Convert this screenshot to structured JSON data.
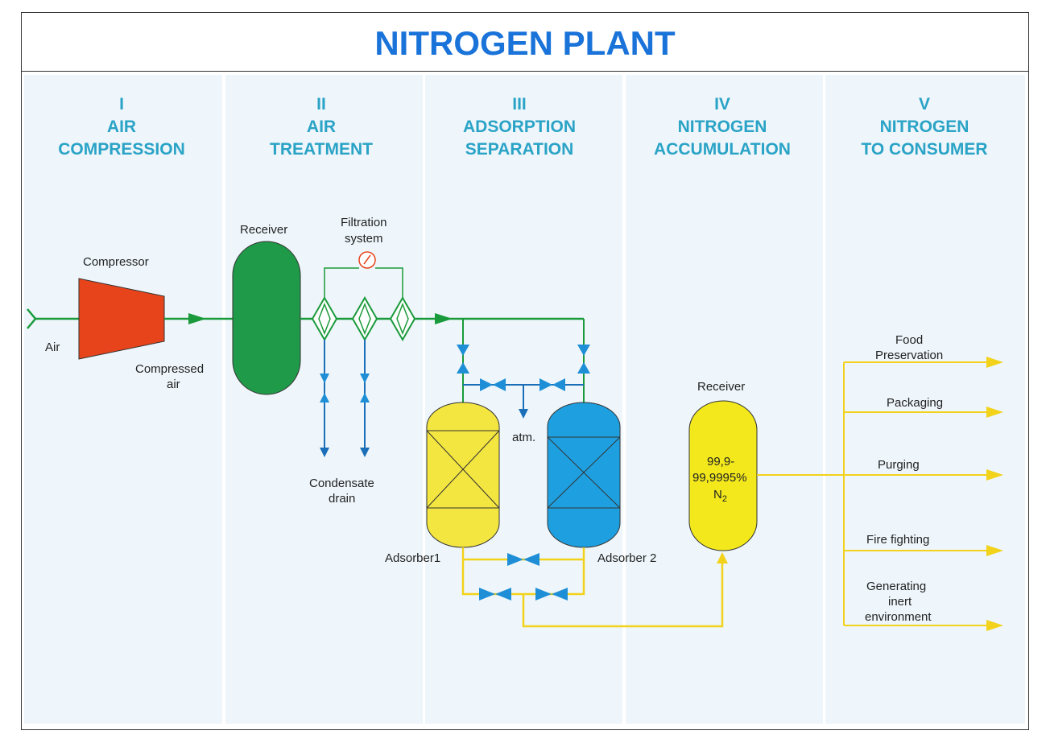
{
  "title": "NITROGEN PLANT",
  "stages": [
    {
      "num": "I",
      "line1": "AIR",
      "line2": "COMPRESSION"
    },
    {
      "num": "II",
      "line1": "AIR",
      "line2": "TREATMENT"
    },
    {
      "num": "III",
      "line1": "ADSORPTION",
      "line2": "SEPARATION"
    },
    {
      "num": "IV",
      "line1": "NITROGEN",
      "line2": "ACCUMULATION"
    },
    {
      "num": "V",
      "line1": "NITROGEN",
      "line2": "TO CONSUMER"
    }
  ],
  "labels": {
    "air": "Air",
    "compressor": "Compressor",
    "compressed_air_1": "Compressed",
    "compressed_air_2": "air",
    "receiver_1": "Receiver",
    "filtration_1": "Filtration",
    "filtration_2": "system",
    "condensate_1": "Condensate",
    "condensate_2": "drain",
    "atm": "atm.",
    "adsorber_1": "Adsorber1",
    "adsorber_2": "Adsorber 2",
    "receiver_2": "Receiver",
    "purity_1": "99,9-",
    "purity_2": "99,9995%",
    "n2": "N",
    "n2_sub": "2"
  },
  "consumers": [
    {
      "line1": "Food",
      "line2": "Preservation"
    },
    {
      "line1": "Packaging"
    },
    {
      "line1": "Purging"
    },
    {
      "line1": "Fire fighting"
    },
    {
      "line1": "Generating",
      "line2": "inert",
      "line3": "environment"
    }
  ],
  "colors": {
    "title": "#1a73d9",
    "stage_heading": "#2aa3c6",
    "panel_bg": "#eef6fb",
    "air_line": "#1a9a3a",
    "drain_line": "#1a6fb8",
    "nitrogen_line": "#f2d21a",
    "compressor": "#e8441c",
    "receiver_air": "#1f9a48",
    "adsorber1": "#f4e640",
    "adsorber2": "#1ea0e0",
    "receiver_n2": "#f2e81c",
    "valve": "#1e8fd6"
  }
}
